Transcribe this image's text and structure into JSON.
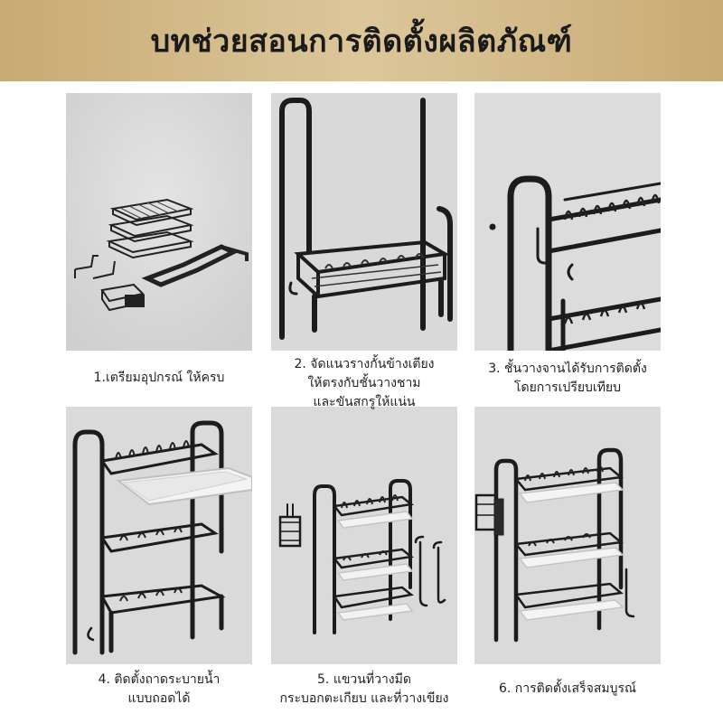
{
  "header": {
    "title": "บทช่วยสอนการติดตั้งผลิตภัณฑ์"
  },
  "steps": [
    {
      "line1": "1.เตรียมอุปกรณ์ ให้ครบ",
      "line2": "",
      "line3": ""
    },
    {
      "line1": "2. จัดแนวรางกั้นข้างเตียง",
      "line2": "ให้ตรงกับชั้นวางชาม",
      "line3": "และขันสกรูให้แน่น"
    },
    {
      "line1": "3. ชั้นวางจานได้รับการติดตั้ง",
      "line2": "โดยการเปรียบเทียบ",
      "line3": ""
    },
    {
      "line1": "4. ติดตั้งถาดระบายน้ำ",
      "line2": "แบบถอดได้",
      "line3": ""
    },
    {
      "line1": "5. แขวนที่วางมีด",
      "line2": "กระบอกตะเกียบ และที่วางเขียง",
      "line3": ""
    },
    {
      "line1": "6. การติดตั้งเสร็จสมบูรณ์",
      "line2": "",
      "line3": ""
    }
  ],
  "colors": {
    "header_gold": "#d4bb88",
    "panel_bg": "#dadada",
    "rack": "#1c1c1c"
  }
}
